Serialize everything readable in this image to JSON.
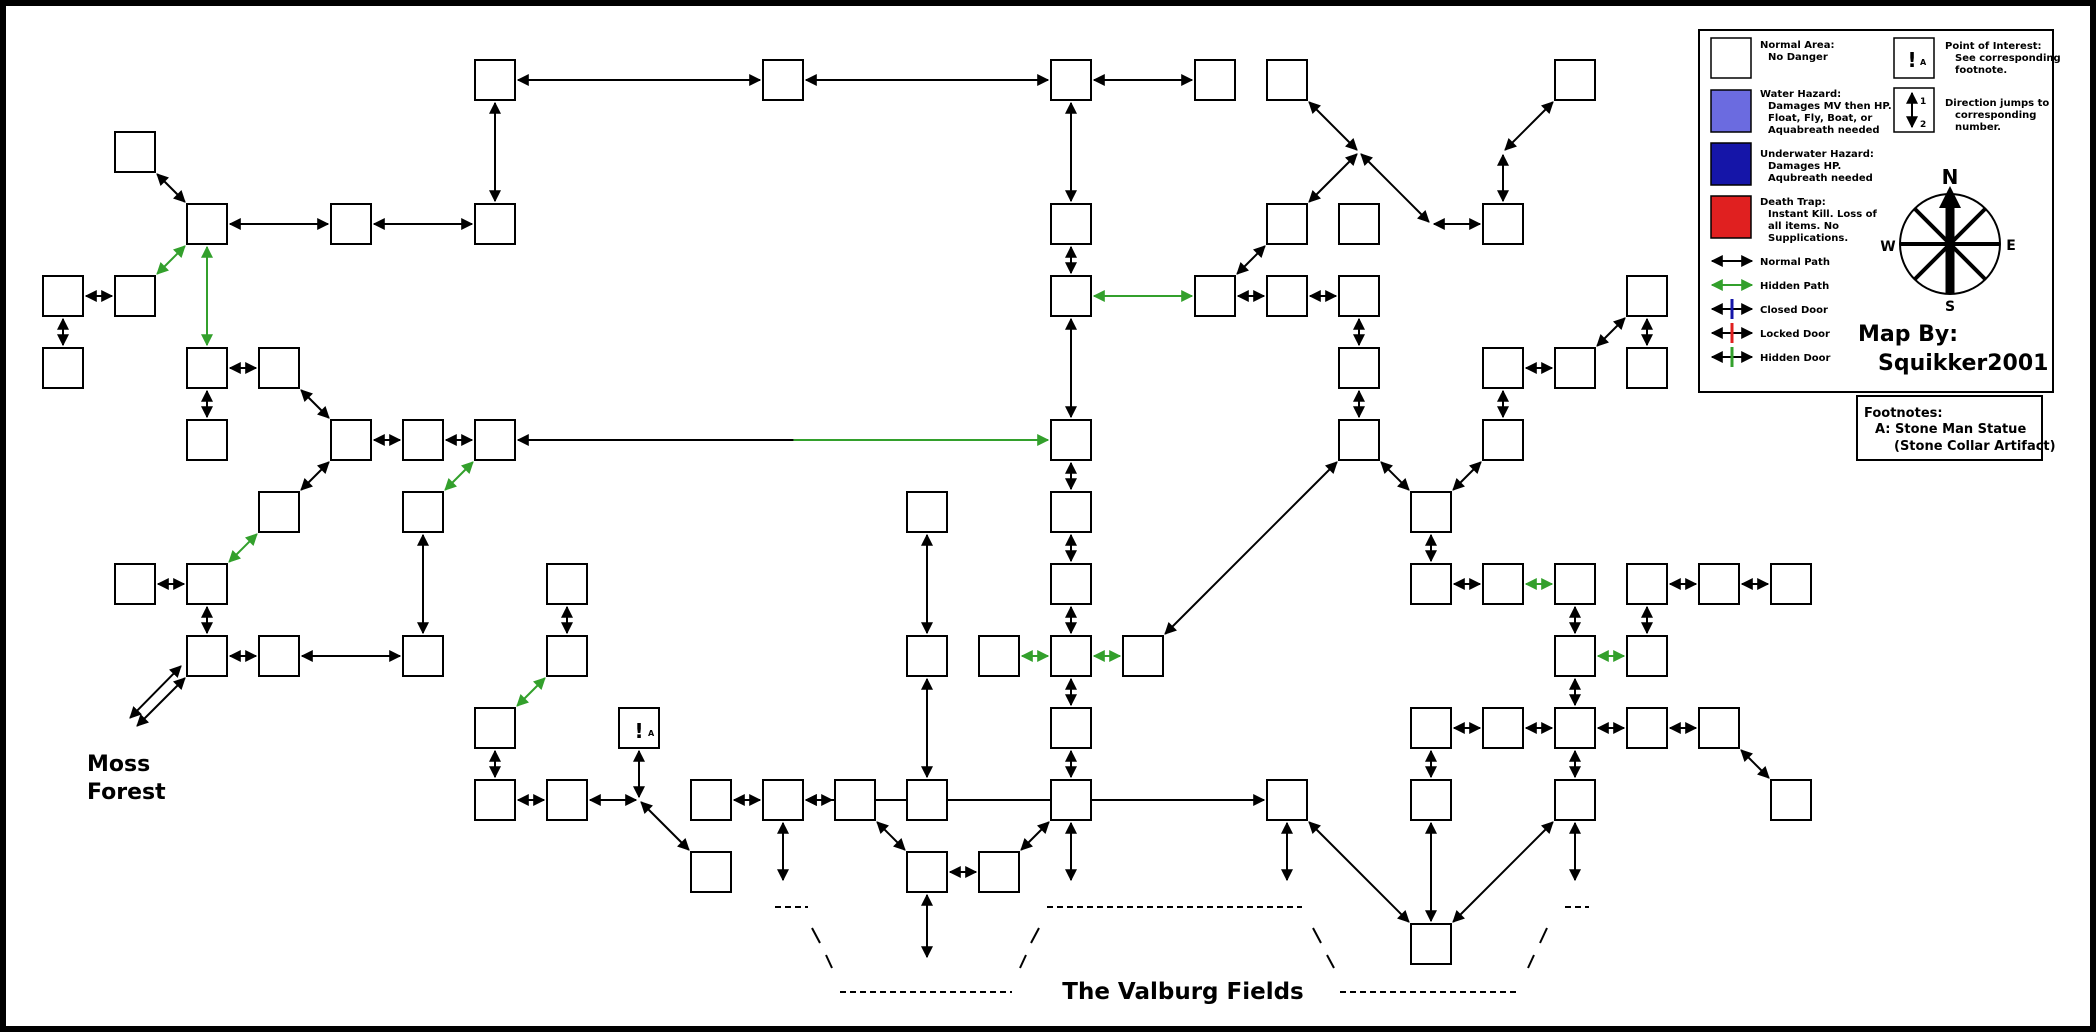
{
  "title_labels": {
    "moss_forest_line1": "Moss",
    "moss_forest_line2": "Forest",
    "valburg_fields": "The Valburg Fields"
  },
  "credit": {
    "line1": "Map By:",
    "line2": "Squikker2001"
  },
  "legend": {
    "normal_area_title": "Normal Area:",
    "normal_area_desc": "No Danger",
    "water_hazard_title": "Water Hazard:",
    "water_hazard_desc1": "Damages MV then HP.",
    "water_hazard_desc2": "Float, Fly, Boat, or",
    "water_hazard_desc3": "Aquabreath needed",
    "underwater_title": "Underwater Hazard:",
    "underwater_desc1": "Damages HP.",
    "underwater_desc2": "Aqubreath needed",
    "death_trap_title": "Death Trap:",
    "death_trap_desc1": "Instant Kill. Loss of",
    "death_trap_desc2": "all items. No",
    "death_trap_desc3": "Supplications.",
    "normal_path": "Normal Path",
    "hidden_path": "Hidden Path",
    "closed_door": "Closed Door",
    "locked_door": "Locked Door",
    "hidden_door": "Hidden Door",
    "poi_title": "Point of Interest:",
    "poi_desc1": "See corresponding",
    "poi_desc2": "footnote.",
    "jump_title": "Direction jumps to",
    "jump_desc1": "corresponding",
    "jump_desc2": "number.",
    "jump_num_1": "1",
    "jump_num_2": "2",
    "poi_letter": "A"
  },
  "compass": {
    "n": "N",
    "s": "S",
    "e": "E",
    "w": "W"
  },
  "footnotes": {
    "title": "Footnotes:",
    "line1": "A: Stone Man Statue",
    "line2": "(Stone Collar Artifact)"
  },
  "colors": {
    "normal_path": "#000000",
    "hidden_path": "#33a02c",
    "water_hazard": "#6b6be0",
    "underwater_hazard": "#1515a8",
    "death_trap": "#e02020",
    "closed_door": "#1515a8",
    "locked_door": "#e02020"
  },
  "map": {
    "rooms": [
      [
        495,
        80
      ],
      [
        783,
        80
      ],
      [
        1071,
        80
      ],
      [
        1215,
        80
      ],
      [
        1287,
        80
      ],
      [
        1575,
        80
      ],
      [
        135,
        152
      ],
      [
        207,
        224
      ],
      [
        351,
        224
      ],
      [
        495,
        224
      ],
      [
        1071,
        224
      ],
      [
        1287,
        224
      ],
      [
        1359,
        224
      ],
      [
        1503,
        224
      ],
      [
        63,
        296
      ],
      [
        135,
        296
      ],
      [
        1071,
        296
      ],
      [
        1215,
        296
      ],
      [
        1287,
        296
      ],
      [
        1359,
        296
      ],
      [
        1647,
        296
      ],
      [
        63,
        368
      ],
      [
        207,
        368
      ],
      [
        279,
        368
      ],
      [
        1359,
        368
      ],
      [
        1503,
        368
      ],
      [
        1575,
        368
      ],
      [
        1647,
        368
      ],
      [
        207,
        440
      ],
      [
        351,
        440
      ],
      [
        423,
        440
      ],
      [
        495,
        440
      ],
      [
        1071,
        440
      ],
      [
        1359,
        440
      ],
      [
        1503,
        440
      ],
      [
        279,
        512
      ],
      [
        423,
        512
      ],
      [
        927,
        512
      ],
      [
        1071,
        512
      ],
      [
        1431,
        512
      ],
      [
        135,
        584
      ],
      [
        207,
        584
      ],
      [
        567,
        584
      ],
      [
        1071,
        584
      ],
      [
        1431,
        584
      ],
      [
        1503,
        584
      ],
      [
        1575,
        584
      ],
      [
        1647,
        584
      ],
      [
        1719,
        584
      ],
      [
        1791,
        584
      ],
      [
        207,
        656
      ],
      [
        279,
        656
      ],
      [
        423,
        656
      ],
      [
        567,
        656
      ],
      [
        927,
        656
      ],
      [
        999,
        656
      ],
      [
        1071,
        656
      ],
      [
        1143,
        656
      ],
      [
        1575,
        656
      ],
      [
        1647,
        656
      ],
      [
        495,
        728
      ],
      [
        1071,
        728
      ],
      [
        1431,
        728
      ],
      [
        1503,
        728
      ],
      [
        1575,
        728
      ],
      [
        1647,
        728
      ],
      [
        1719,
        728
      ],
      [
        495,
        800
      ],
      [
        567,
        800
      ],
      [
        711,
        800
      ],
      [
        783,
        800
      ],
      [
        855,
        800
      ],
      [
        927,
        800
      ],
      [
        1071,
        800
      ],
      [
        1287,
        800
      ],
      [
        1431,
        800
      ],
      [
        1575,
        800
      ],
      [
        1791,
        800
      ],
      [
        711,
        872
      ],
      [
        927,
        872
      ],
      [
        999,
        872
      ],
      [
        1431,
        944
      ]
    ],
    "poi_room": [
      639,
      728
    ],
    "arrows": [
      [
        495,
        80,
        783,
        80,
        0
      ],
      [
        783,
        80,
        1071,
        80,
        0
      ],
      [
        1071,
        80,
        1215,
        80,
        0
      ],
      [
        495,
        80,
        495,
        224,
        0
      ],
      [
        1071,
        80,
        1071,
        224,
        0
      ],
      [
        1287,
        80,
        1359,
        152,
        0
      ],
      [
        1575,
        80,
        1503,
        152,
        0
      ],
      [
        135,
        152,
        207,
        224,
        0
      ],
      [
        1359,
        152,
        1431,
        224,
        0
      ],
      [
        1359,
        152,
        1287,
        224,
        0
      ],
      [
        1503,
        152,
        1503,
        224,
        0
      ],
      [
        207,
        224,
        351,
        224,
        0
      ],
      [
        351,
        224,
        495,
        224,
        0
      ],
      [
        1431,
        224,
        1503,
        224,
        0
      ],
      [
        1071,
        224,
        1071,
        296,
        0
      ],
      [
        207,
        224,
        135,
        296,
        1
      ],
      [
        207,
        224,
        207,
        368,
        1
      ],
      [
        1287,
        224,
        1215,
        296,
        0
      ],
      [
        63,
        296,
        135,
        296,
        0
      ],
      [
        63,
        296,
        63,
        368,
        0
      ],
      [
        1071,
        296,
        1215,
        296,
        1
      ],
      [
        1215,
        296,
        1287,
        296,
        0
      ],
      [
        1287,
        296,
        1359,
        296,
        0
      ],
      [
        1359,
        296,
        1359,
        368,
        0
      ],
      [
        1647,
        296,
        1575,
        368,
        0
      ],
      [
        1647,
        296,
        1647,
        368,
        0
      ],
      [
        1071,
        296,
        1071,
        440,
        0
      ],
      [
        207,
        368,
        279,
        368,
        0
      ],
      [
        207,
        368,
        207,
        440,
        0
      ],
      [
        279,
        368,
        351,
        440,
        0
      ],
      [
        1359,
        368,
        1359,
        440,
        0
      ],
      [
        1503,
        368,
        1575,
        368,
        0
      ],
      [
        1503,
        368,
        1503,
        440,
        0
      ],
      [
        351,
        440,
        423,
        440,
        0
      ],
      [
        423,
        440,
        495,
        440,
        0
      ],
      [
        495,
        440,
        1071,
        440,
        2
      ],
      [
        351,
        440,
        279,
        512,
        0
      ],
      [
        495,
        440,
        423,
        512,
        1
      ],
      [
        1359,
        440,
        1431,
        512,
        0
      ],
      [
        1503,
        440,
        1431,
        512,
        0
      ],
      [
        1071,
        440,
        1071,
        512,
        0
      ],
      [
        1431,
        512,
        1431,
        584,
        0
      ],
      [
        279,
        512,
        207,
        584,
        1
      ],
      [
        423,
        512,
        423,
        656,
        0
      ],
      [
        927,
        512,
        927,
        656,
        0
      ],
      [
        1071,
        512,
        1071,
        584,
        0
      ],
      [
        135,
        584,
        207,
        584,
        0
      ],
      [
        207,
        584,
        207,
        656,
        0
      ],
      [
        567,
        584,
        567,
        656,
        0
      ],
      [
        1071,
        584,
        1071,
        656,
        0
      ],
      [
        1431,
        584,
        1503,
        584,
        0
      ],
      [
        1503,
        584,
        1575,
        584,
        1
      ],
      [
        1575,
        584,
        1575,
        656,
        0
      ],
      [
        1647,
        584,
        1647,
        656,
        0
      ],
      [
        1647,
        584,
        1719,
        584,
        0
      ],
      [
        1719,
        584,
        1791,
        584,
        0
      ],
      [
        207,
        656,
        279,
        656,
        0
      ],
      [
        279,
        656,
        423,
        656,
        0
      ],
      [
        999,
        656,
        1071,
        656,
        1
      ],
      [
        1143,
        656,
        1071,
        656,
        1
      ],
      [
        1359,
        440,
        1143,
        656,
        0
      ],
      [
        1647,
        656,
        1575,
        656,
        1
      ],
      [
        1575,
        656,
        1575,
        728,
        0
      ],
      [
        207,
        656,
        135,
        728,
        0
      ],
      [
        567,
        656,
        495,
        728,
        1
      ],
      [
        1071,
        656,
        1071,
        728,
        0
      ],
      [
        927,
        656,
        927,
        800,
        0
      ],
      [
        495,
        728,
        495,
        800,
        0
      ],
      [
        639,
        728,
        639,
        800,
        0
      ],
      [
        1071,
        728,
        1071,
        800,
        0
      ],
      [
        1431,
        728,
        1503,
        728,
        0
      ],
      [
        1503,
        728,
        1575,
        728,
        0
      ],
      [
        1575,
        728,
        1647,
        728,
        0
      ],
      [
        1647,
        728,
        1719,
        728,
        0
      ],
      [
        1431,
        728,
        1431,
        800,
        0
      ],
      [
        1575,
        728,
        1575,
        800,
        0
      ],
      [
        1719,
        728,
        1791,
        800,
        0
      ],
      [
        495,
        800,
        567,
        800,
        0
      ],
      [
        567,
        800,
        639,
        800,
        0
      ],
      [
        639,
        800,
        711,
        872,
        0
      ],
      [
        711,
        800,
        783,
        800,
        0
      ],
      [
        783,
        800,
        855,
        800,
        0
      ],
      [
        855,
        800,
        927,
        872,
        0
      ],
      [
        783,
        800,
        1287,
        800,
        0
      ],
      [
        1071,
        800,
        999,
        872,
        0
      ],
      [
        1287,
        800,
        1431,
        944,
        0
      ],
      [
        1431,
        800,
        1431,
        944,
        0
      ],
      [
        1575,
        800,
        1431,
        944,
        0
      ],
      [
        927,
        872,
        999,
        872,
        0
      ],
      [
        783,
        800,
        783,
        880,
        3
      ],
      [
        1071,
        800,
        1071,
        880,
        3
      ],
      [
        1287,
        800,
        1287,
        880,
        3
      ],
      [
        1575,
        800,
        1575,
        880,
        3
      ],
      [
        927,
        872,
        927,
        960,
        0
      ],
      [
        183,
        664,
        128,
        720,
        0
      ]
    ]
  }
}
